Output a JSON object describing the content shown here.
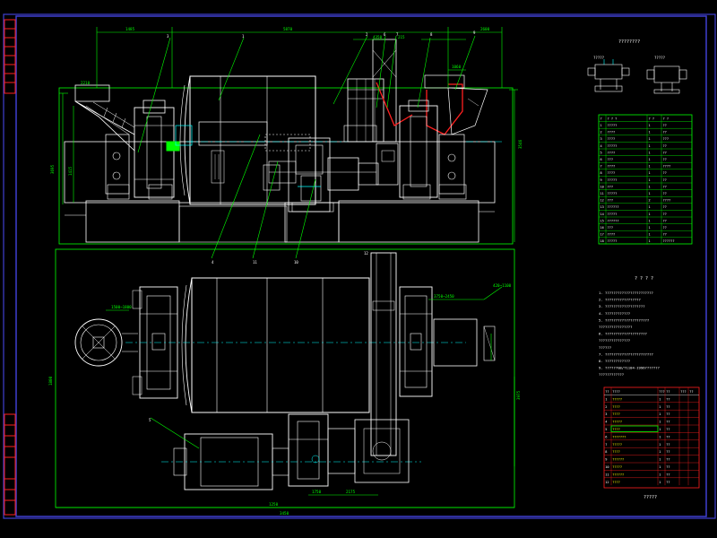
{
  "drawing": {
    "section_title_top_right": "????????",
    "view_label_left": "?????",
    "view_label_right": "?????",
    "notes_heading": "? ? ? ?",
    "main_title_block": "?????",
    "colors": {
      "background": "#000000",
      "frame": "#3f3fd0",
      "outline": "#ffffff",
      "green": "#00ff00",
      "cyan": "#00ffff",
      "yellow": "#ffff00",
      "red": "#ff2020",
      "magenta": "#ff00ff"
    }
  },
  "dimensions": {
    "top": [
      "1485",
      "5870",
      "215",
      "2210",
      "2600"
    ],
    "top_small": [
      "4350",
      "1060"
    ],
    "side": [
      "3695",
      "1415",
      "3546"
    ],
    "bottom": [
      "1250",
      "1750",
      "2175",
      "3450"
    ],
    "plan_side": [
      "1800",
      "3975"
    ],
    "plan_callouts": [
      "1500~1800",
      "3750~2450",
      "420~1100"
    ]
  },
  "leaders": {
    "top": [
      "3",
      "1",
      "2",
      "6",
      "7",
      "8",
      "9",
      "4"
    ],
    "bottom": [
      "5",
      "10",
      "11",
      "12"
    ]
  },
  "parts_list": {
    "header": [
      "?",
      "? ? ?",
      "? ?",
      "? ?"
    ],
    "rows": [
      [
        "1",
        "?????",
        "1",
        "??"
      ],
      [
        "2",
        "????",
        "1",
        "??"
      ],
      [
        "3",
        "????",
        "1",
        "???"
      ],
      [
        "4",
        "?????",
        "1",
        "??"
      ],
      [
        "5",
        "????",
        "1",
        "??"
      ],
      [
        "6",
        "???",
        "1",
        "??"
      ],
      [
        "7",
        "????",
        "1",
        "????"
      ],
      [
        "8",
        "????",
        "1",
        "??"
      ],
      [
        "9",
        "?????",
        "1",
        "??"
      ],
      [
        "10",
        "???",
        "1",
        "??"
      ],
      [
        "11",
        "?????",
        "1",
        "??"
      ],
      [
        "12",
        "???",
        "2",
        "????"
      ],
      [
        "13",
        "??????",
        "1",
        "??"
      ],
      [
        "14",
        "?????",
        "1",
        "??"
      ],
      [
        "15",
        "??????",
        "1",
        "??"
      ],
      [
        "16",
        "???",
        "1",
        "??"
      ],
      [
        "17",
        "????",
        "1",
        "??"
      ],
      [
        "18",
        "?????",
        "1",
        "??????"
      ]
    ]
  },
  "notes": {
    "items": [
      "1. ???????????????????????",
      "2. ?????????????????",
      "3. ???????????????????",
      "4. ????????????",
      "5. ?????????????????????",
      "   ????????????????",
      "6. ????????????????????",
      "   ???????????????",
      "   ??????",
      "7. ???????????????????????",
      "8. ????????????",
      "9. ??????GB/T1184-1996???????",
      "   ????????????"
    ]
  },
  "title_block": {
    "header": [
      "??",
      "????",
      "???",
      "??",
      "???",
      "??"
    ],
    "rows": [
      [
        "1",
        "?????",
        "1",
        "??",
        "",
        ""
      ],
      [
        "2",
        "????",
        "1",
        "??",
        "",
        ""
      ],
      [
        "3",
        "????",
        "1",
        "??",
        "",
        ""
      ],
      [
        "4",
        "?????",
        "1",
        "??",
        "",
        ""
      ],
      [
        "5",
        "????",
        "1",
        "??",
        "",
        ""
      ],
      [
        "6",
        "???????",
        "1",
        "??",
        "",
        ""
      ],
      [
        "7",
        "?????",
        "1",
        "??",
        "",
        ""
      ],
      [
        "8",
        "????",
        "1",
        "??",
        "",
        ""
      ],
      [
        "9",
        "??????",
        "1",
        "??",
        "",
        ""
      ],
      [
        "10",
        "?????",
        "1",
        "??",
        "",
        ""
      ],
      [
        "11",
        "??????",
        "1",
        "??",
        "",
        ""
      ],
      [
        "12",
        "????",
        "1",
        "??",
        "",
        ""
      ]
    ]
  }
}
